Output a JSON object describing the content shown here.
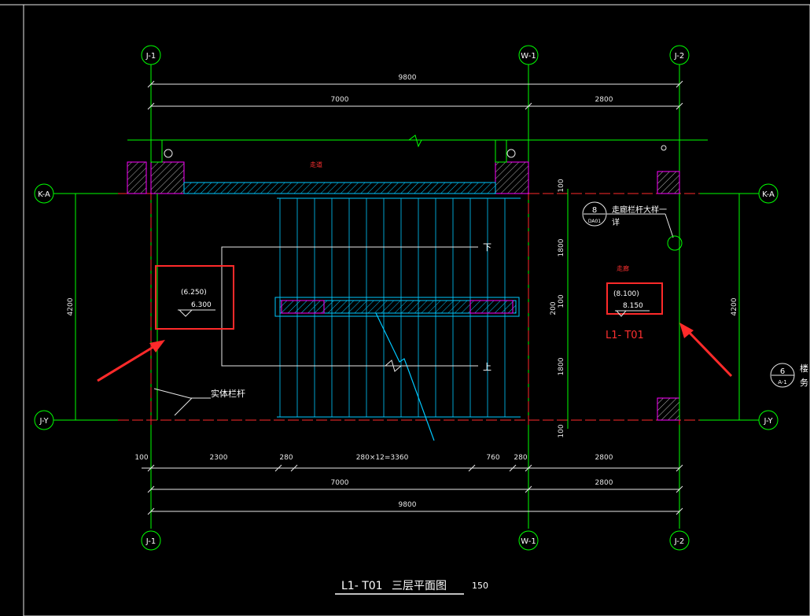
{
  "drawing": {
    "title": "L1- T01",
    "title_cn": "三层平面图",
    "scale": "150",
    "axes": {
      "top_left": "J-1",
      "top_mid": "W-1",
      "top_right": "J-2",
      "row_top": "K-A",
      "row_bottom": "J-Y"
    },
    "dims_top": {
      "overall": "9800",
      "left": "7000",
      "right": "2800"
    },
    "dims_bottom": {
      "segments": [
        "100",
        "2300",
        "280",
        "280×12=3360",
        "760",
        "280",
        "2800"
      ],
      "mid_left": "7000",
      "mid_right": "2800",
      "overall": "9800"
    },
    "dims_side": {
      "left": "4200",
      "right": "4200"
    },
    "dims_vertical_mid": [
      "100",
      "1800",
      "200",
      "100",
      "1800",
      "100"
    ],
    "labels": {
      "down": "下",
      "up": "上",
      "railing": "实体栏杆",
      "corridor_note": "走廊栏杆大样一",
      "corridor_note2": "详",
      "red_top": "走道",
      "red_right": "走廊",
      "detail_num_top": "8",
      "detail_ref_top": "DA01",
      "detail_num_right": "6",
      "detail_ref_right": "A-1",
      "edge_text1": "楼",
      "edge_text2": "务"
    },
    "levels": {
      "left_upper": "(6.250)",
      "left_lower": "6.300",
      "right_upper": "(8.100)",
      "right_lower": "8.150",
      "right_tag": "L1- T01"
    }
  }
}
